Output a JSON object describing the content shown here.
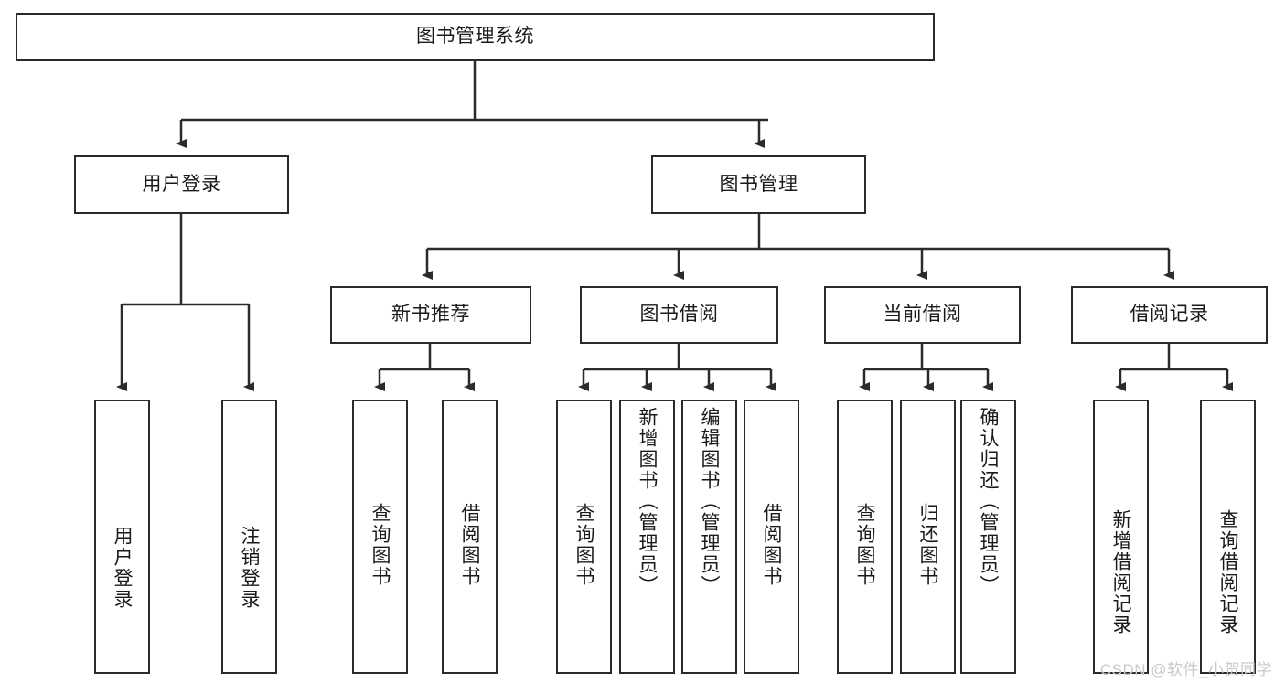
{
  "diagram": {
    "type": "tree-flowchart",
    "title_node": {
      "label": "图书管理系统"
    },
    "level1": [
      {
        "label": "用户登录"
      },
      {
        "label": "图书管理"
      }
    ],
    "level2": [
      {
        "label": "新书推荐"
      },
      {
        "label": "图书借阅"
      },
      {
        "label": "当前借阅"
      },
      {
        "label": "借阅记录"
      }
    ],
    "leaves": {
      "user_login": [
        {
          "label": "用户登录"
        },
        {
          "label": "注销登录"
        }
      ],
      "new_book": [
        {
          "label": "查询图书"
        },
        {
          "label": "借阅图书"
        }
      ],
      "book_borrow": [
        {
          "label": "查询图书"
        },
        {
          "label": "新增图书（管理员）"
        },
        {
          "label": "编辑图书（管理员）"
        },
        {
          "label": "借阅图书"
        }
      ],
      "current_borrow": [
        {
          "label": "查询图书"
        },
        {
          "label": "归还图书"
        },
        {
          "label": "确认归还（管理员）"
        }
      ],
      "borrow_record": [
        {
          "label": "新增借阅记录"
        },
        {
          "label": "查询借阅记录"
        }
      ]
    }
  },
  "watermark": {
    "text": "CSDN @软件_小贺同学"
  },
  "colors": {
    "box_border": "#2b2b2b",
    "box_fill": "#ffffff",
    "connector": "#2b2b2b",
    "text": "#1a1a1a",
    "watermark": "#c9c9c9"
  }
}
